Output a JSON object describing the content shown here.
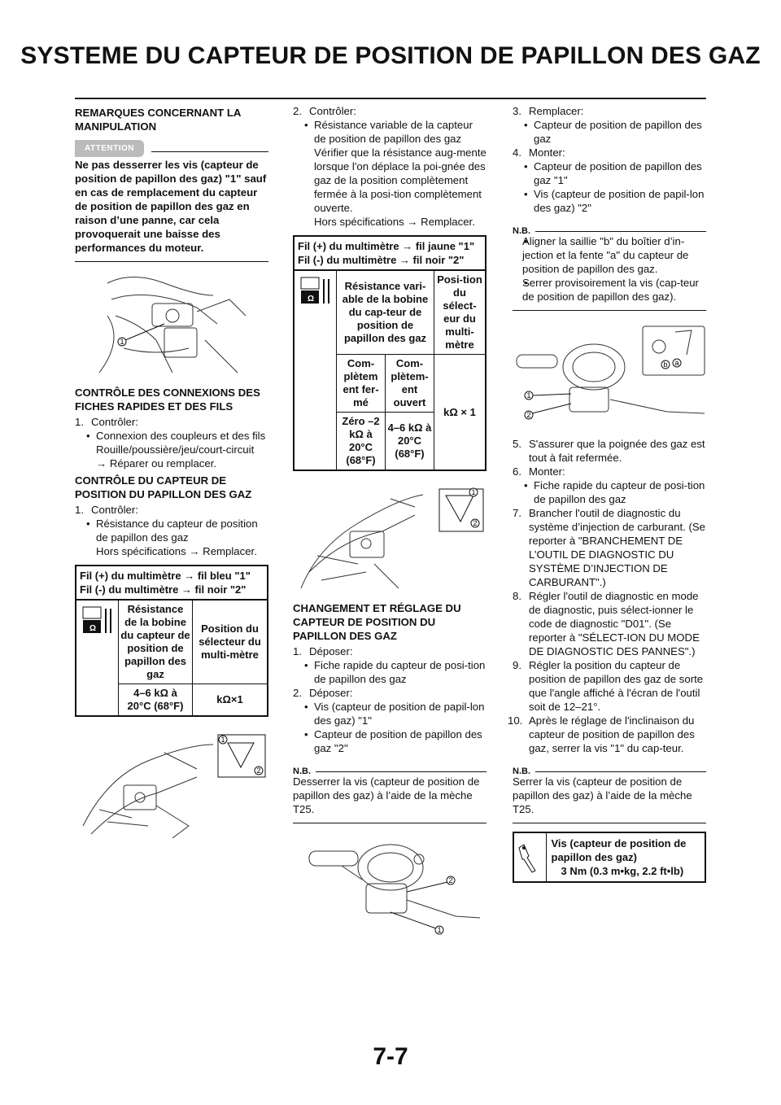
{
  "page": {
    "title": "SYSTEME DU CAPTEUR DE POSITION DE PAPILLON DES GAZ",
    "number": "7-7"
  },
  "col1": {
    "h_remarques": "REMARQUES CONCERNANT LA MANIPULATION",
    "attention_label": "ATTENTION",
    "attention_text": "Ne pas desserrer les vis (capteur de position de papillon des gaz) \"1\" sauf en cas de remplacement du capteur de position de papillon des gaz en raison d’une panne, car cela provoquerait une baisse des performances du moteur.",
    "fig1_callout": "1",
    "h_controle_connexions": "CONTRÔLE DES CONNEXIONS DES FICHES RAPIDES ET DES FILS",
    "s1_num": "1.",
    "s1_label": "Contrôler:",
    "s1_bullet": "Connexion des coupleurs et des fils",
    "s1_sub": "Rouille/poussière/jeu/court-circuit",
    "s1_sub2": "→ Réparer ou remplacer.",
    "h_controle_capteur": "CONTRÔLE DU CAPTEUR DE POSITION DU PAPILLON DES GAZ",
    "s2_num": "1.",
    "s2_label": "Contrôler:",
    "s2_bullet": "Résistance du capteur de position de papillon des gaz",
    "s2_sub": "Hors spécifications → Remplacer.",
    "table1": {
      "header1": "Fil (+) du multimètre → fil bleu \"1\"",
      "header2": "Fil (-) du multimètre → fil noir \"2\"",
      "col_a": "Résistance de la bobine du capteur de position de papillon des gaz",
      "col_b": "Position du sélecteur du multi-mètre",
      "val_a": "4–6 kΩ à 20°C (68°F)",
      "val_b": "kΩ×1"
    },
    "fig2_callout1": "1",
    "fig2_callout2": "2"
  },
  "col2": {
    "s_num": "2.",
    "s_label": "Contrôler:",
    "s_bullet": "Résistance variable de la capteur de position de papillon des gaz",
    "s_sub1": "Vérifier que la résistance aug-mente lorsque l'on déplace la poi-gnée des gaz de la position complètement fermée à la posi-tion complètement ouverte.",
    "s_sub2": "Hors spécifications → Remplacer.",
    "table2": {
      "header1": "Fil (+) du multimètre → fil jaune \"1\"",
      "header2": "Fil (-) du multimètre → fil noir \"2\"",
      "col_a": "Résistance vari-able de la bobine du cap-teur de position de papillon des gaz",
      "col_b": "Posi-tion du sélect-eur du multi-mètre",
      "sub_closed": "Com-plètem ent fer-mé",
      "sub_open": "Com-plètem-ent ouvert",
      "val_closed": "Zéro –2 kΩ à 20°C (68°F)",
      "val_open": "4–6 kΩ à 20°C (68°F)",
      "val_pos": "kΩ × 1"
    },
    "fig3_callout1": "1",
    "fig3_callout2": "2",
    "h_changement": "CHANGEMENT ET RÉGLAGE DU CAPTEUR DE POSITION DU PAPILLON DES GAZ",
    "d1_num": "1.",
    "d1_label": "Déposer:",
    "d1_bullet": "Fiche rapide du capteur de posi-tion de papillon des gaz",
    "d2_num": "2.",
    "d2_label": "Déposer:",
    "d2_bullet1": "Vis (capteur de position de papil-lon des gaz) \"1\"",
    "d2_bullet2": "Capteur de position de papillon des gaz \"2\"",
    "nb_label": "N.B.",
    "nb_text": "Desserrer la vis (capteur de position de papillon des gaz) à l’aide de la mèche T25.",
    "fig4_callout1": "1",
    "fig4_callout2": "2"
  },
  "col3": {
    "r3_num": "3.",
    "r3_label": "Remplacer:",
    "r3_bullet": "Capteur de position de papillon des gaz",
    "r4_num": "4.",
    "r4_label": "Monter:",
    "r4_bullet1": "Capteur de position de papillon des gaz \"1\"",
    "r4_bullet2": "Vis (capteur de position de papil-lon des gaz) \"2\"",
    "nb1_label": "N.B.",
    "nb1_b1": "Aligner la saillie \"b\" du boîtier d’in-jection et la fente \"a\" du capteur de position de papillon des gaz.",
    "nb1_b2": "Serrer provisoirement la vis (cap-teur de position de papillon des gaz).",
    "fig5_callout1": "1",
    "fig5_callout2": "2",
    "fig5_callout_a": "a",
    "fig5_callout_b": "b",
    "r5_num": "5.",
    "r5_text": "S'assurer que la poignée des gaz est tout à fait refermée.",
    "r6_num": "6.",
    "r6_label": "Monter:",
    "r6_bullet": "Fiche rapide du capteur de posi-tion de papillon des gaz",
    "r7_num": "7.",
    "r7_text": "Brancher l'outil de diagnostic du système d’injection de carburant. (Se reporter à \"BRANCHEMENT DE L’OUTIL DE DIAGNOSTIC DU SYSTÈME D’INJECTION DE CARBURANT\".)",
    "r8_num": "8.",
    "r8_text": "Régler l'outil de diagnostic en mode de diagnostic, puis sélect-ionner le code de diagnostic \"D01\". (Se reporter à \"SÉLECT-ION DU MODE DE DIAGNOSTIC DES PANNES\".)",
    "r9_num": "9.",
    "r9_text": "Régler la position du capteur de position de papillon des gaz de sorte que l'angle affiché à l'écran de l'outil soit de 12–21°.",
    "r10_num": "10.",
    "r10_text": "Après le réglage de l'inclinaison du capteur de position de papillon des gaz, serrer la vis \"1\" du cap-teur.",
    "nb2_label": "N.B.",
    "nb2_text": "Serrer la vis (capteur de position de papillon des gaz) à l’aide de la mèche T25.",
    "torque_title": "Vis (capteur de position de papillon des gaz)",
    "torque_value": "3 Nm (0.3 m•kg, 2.2 ft•lb)"
  }
}
